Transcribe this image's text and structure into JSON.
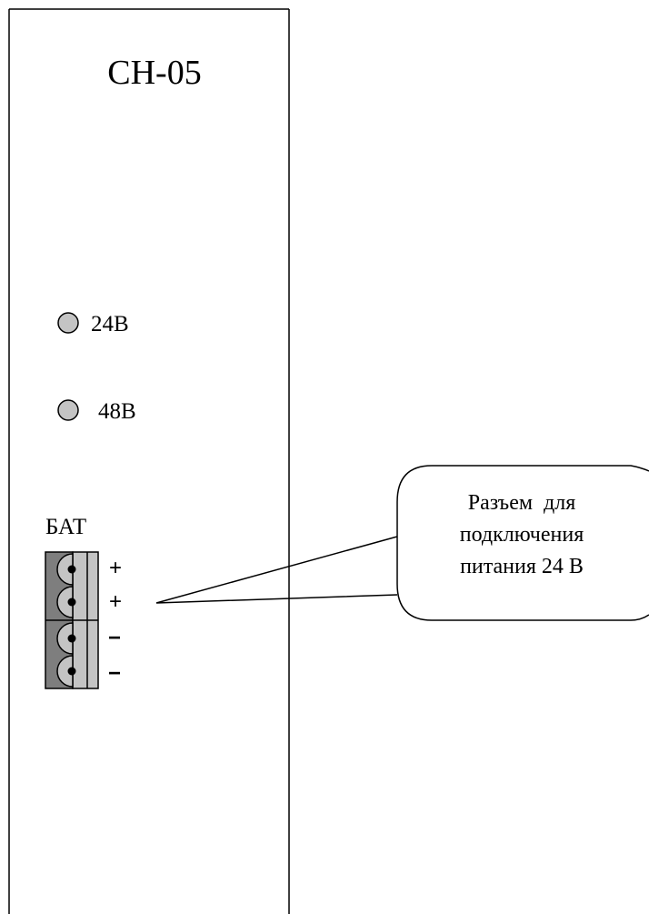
{
  "panel": {
    "title": "CH-05",
    "indicators": [
      {
        "label": "24В",
        "state": "off"
      },
      {
        "label": "48В",
        "state": "off"
      }
    ],
    "connector": {
      "label": "БАТ",
      "pins": [
        "+",
        "+",
        "−",
        "−"
      ]
    }
  },
  "callout": {
    "lines": [
      "Разъем  для",
      "подключения",
      "питания 24 В"
    ]
  },
  "colors": {
    "indicator_fill": "#c4c4c4",
    "connector_dark": "#7e7e7e",
    "connector_light": "#c4c4c4",
    "line": "#000000"
  }
}
